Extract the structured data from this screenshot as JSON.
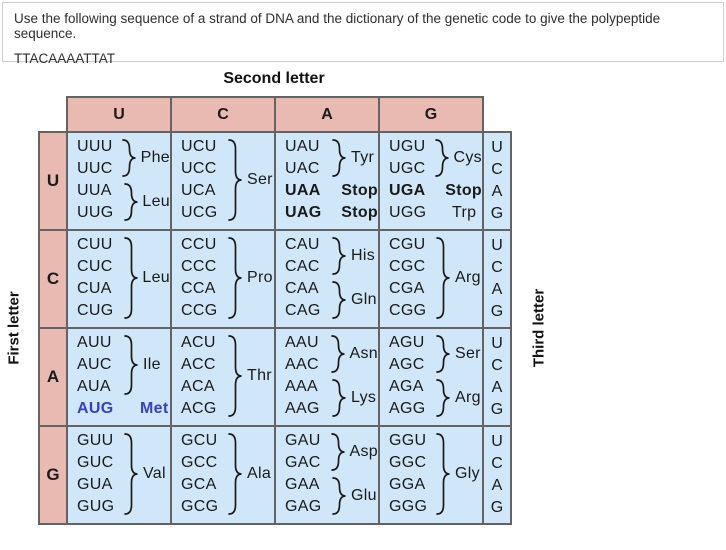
{
  "question": {
    "prompt": "Use the following sequence of a strand of DNA and the dictionary of the genetic code to give the polypeptide sequence.",
    "sequence": "TTACAAAATTAT"
  },
  "table": {
    "title": "Second letter",
    "first_letter_label": "First letter",
    "third_letter_label": "Third letter",
    "second_letters": [
      "U",
      "C",
      "A",
      "G"
    ],
    "third_letters": [
      "U",
      "C",
      "A",
      "G"
    ],
    "rows": [
      {
        "first_letter": "U",
        "cells": [
          {
            "groups": [
              {
                "codons": [
                  "UUU",
                  "UUC"
                ],
                "amino": "Phe"
              },
              {
                "codons": [
                  "UUA",
                  "UUG"
                ],
                "amino": "Leu"
              }
            ]
          },
          {
            "groups": [
              {
                "codons": [
                  "UCU",
                  "UCC",
                  "UCA",
                  "UCG"
                ],
                "amino": "Ser"
              }
            ]
          },
          {
            "groups": [
              {
                "codons": [
                  "UAU",
                  "UAC"
                ],
                "amino": "Tyr"
              }
            ],
            "lines": [
              {
                "codon": "UAA",
                "amino": "Stop",
                "style": "stop"
              },
              {
                "codon": "UAG",
                "amino": "Stop",
                "style": "stop"
              }
            ]
          },
          {
            "groups": [
              {
                "codons": [
                  "UGU",
                  "UGC"
                ],
                "amino": "Cys"
              }
            ],
            "lines": [
              {
                "codon": "UGA",
                "amino": "Stop",
                "style": "stop"
              },
              {
                "codon": "UGG",
                "amino": "Trp",
                "style": "normal"
              }
            ]
          }
        ]
      },
      {
        "first_letter": "C",
        "cells": [
          {
            "groups": [
              {
                "codons": [
                  "CUU",
                  "CUC",
                  "CUA",
                  "CUG"
                ],
                "amino": "Leu"
              }
            ]
          },
          {
            "groups": [
              {
                "codons": [
                  "CCU",
                  "CCC",
                  "CCA",
                  "CCG"
                ],
                "amino": "Pro"
              }
            ]
          },
          {
            "groups": [
              {
                "codons": [
                  "CAU",
                  "CAC"
                ],
                "amino": "His"
              },
              {
                "codons": [
                  "CAA",
                  "CAG"
                ],
                "amino": "Gln"
              }
            ]
          },
          {
            "groups": [
              {
                "codons": [
                  "CGU",
                  "CGC",
                  "CGA",
                  "CGG"
                ],
                "amino": "Arg"
              }
            ]
          }
        ]
      },
      {
        "first_letter": "A",
        "cells": [
          {
            "groups": [
              {
                "codons": [
                  "AUU",
                  "AUC",
                  "AUA"
                ],
                "amino": "Ile"
              }
            ],
            "lines": [
              {
                "codon": "AUG",
                "amino": "Met",
                "style": "start"
              }
            ]
          },
          {
            "groups": [
              {
                "codons": [
                  "ACU",
                  "ACC",
                  "ACA",
                  "ACG"
                ],
                "amino": "Thr"
              }
            ]
          },
          {
            "groups": [
              {
                "codons": [
                  "AAU",
                  "AAC"
                ],
                "amino": "Asn"
              },
              {
                "codons": [
                  "AAA",
                  "AAG"
                ],
                "amino": "Lys"
              }
            ]
          },
          {
            "groups": [
              {
                "codons": [
                  "AGU",
                  "AGC"
                ],
                "amino": "Ser"
              },
              {
                "codons": [
                  "AGA",
                  "AGG"
                ],
                "amino": "Arg"
              }
            ]
          }
        ]
      },
      {
        "first_letter": "G",
        "cells": [
          {
            "groups": [
              {
                "codons": [
                  "GUU",
                  "GUC",
                  "GUA",
                  "GUG"
                ],
                "amino": "Val"
              }
            ]
          },
          {
            "groups": [
              {
                "codons": [
                  "GCU",
                  "GCC",
                  "GCA",
                  "GCG"
                ],
                "amino": "Ala"
              }
            ]
          },
          {
            "groups": [
              {
                "codons": [
                  "GAU",
                  "GAC"
                ],
                "amino": "Asp"
              },
              {
                "codons": [
                  "GAA",
                  "GAG"
                ],
                "amino": "Glu"
              }
            ]
          },
          {
            "groups": [
              {
                "codons": [
                  "GGU",
                  "GGC",
                  "GGA",
                  "GGG"
                ],
                "amino": "Gly"
              }
            ]
          }
        ]
      }
    ],
    "colors": {
      "header_bg": "#e8bab2",
      "cell_bg": "#cfe7f8",
      "border": "#636363",
      "start_codon_text": "#3640c4"
    }
  }
}
